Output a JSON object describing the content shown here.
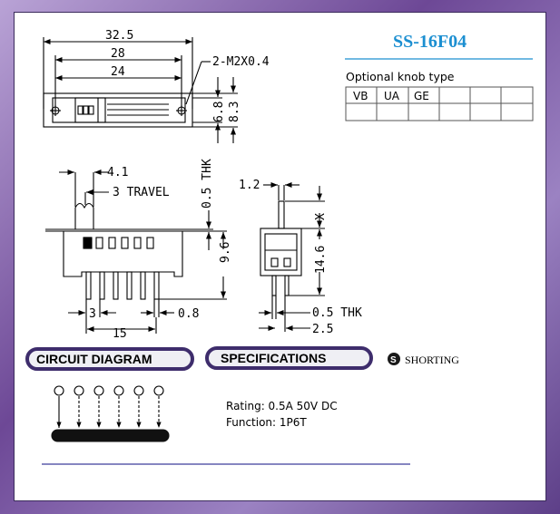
{
  "model": "SS-16F04",
  "optional_knob": {
    "label": "Optional knob type",
    "options": [
      "VB",
      "UA",
      "GE",
      "",
      "",
      "",
      ""
    ]
  },
  "top_view": {
    "dim_total": "32.5",
    "dim_mid": "28",
    "dim_inner": "24",
    "hole_label": "2-M2X0.4",
    "dim_h1": "6.8",
    "dim_h2": "8.3"
  },
  "side_view": {
    "knob_width": "4.1",
    "travel": "3 TRAVEL",
    "plate": "0.5 THK",
    "height": "9.6",
    "pin_pitch": "3",
    "pin_span": "15",
    "pin_thk": "0.8"
  },
  "end_view": {
    "knob_w": "1.2",
    "knob_h": "X",
    "body_h": "14.6",
    "pin_thk": "0.5 THK",
    "pin_spacing": "2.5"
  },
  "sections": {
    "circuit": "CIRCUIT DIAGRAM",
    "specs": "SPECIFICATIONS",
    "shorting_icon": "S",
    "shorting": "SHORTING"
  },
  "specifications": {
    "rating": "Rating: 0.5A 50V DC",
    "function": "Function: 1P6T"
  },
  "colors": {
    "accent_blue": "#1c8fd1",
    "pill_fill": "#efeff4",
    "pill_border": "#3e2d6c",
    "frame": "#7d58a6"
  }
}
